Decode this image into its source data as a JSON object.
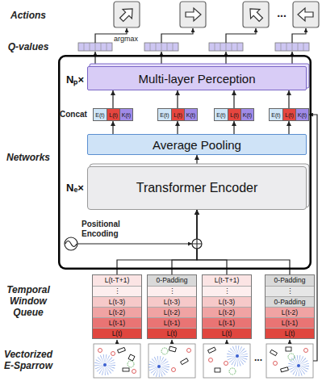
{
  "diagram": {
    "nodes": [
      {
        "text": [
          "Networks"
        ]
      },
      {
        "text": [
          "Nₚ×",
          "Multi-layer Perception"
        ],
        "in": 0
      },
      {
        "text": [
          "E(t)",
          "L(t)",
          "K(t)"
        ],
        "in": 0
      },
      {
        "text": [
          "E(t)",
          "L(t)",
          "K(t)"
        ],
        "in": 0
      },
      {
        "text": [
          "E(t)",
          "L(t)",
          "K(t)"
        ],
        "in": 0
      },
      {
        "text": [
          "E(t)",
          "L(t)",
          "K(t)"
        ],
        "in": 0
      },
      {
        "text": [
          "Average Pooling"
        ],
        "in": 0
      },
      {
        "text": [
          "Nₑ×",
          "Transformer Encoder"
        ],
        "in": 0
      },
      {
        "text": [
          "L(t-T+1)",
          "⋮",
          "L(t-3)",
          "L(t-2)",
          "L(t-1)",
          "L(t)"
        ]
      },
      {
        "text": [
          "0-Padding",
          "⋮",
          "L(t-3)",
          "L(t-2)",
          "L(t-1)",
          "L(t)"
        ]
      },
      {
        "text": [
          "L(t-T+1)",
          "⋮",
          "L(t-3)",
          "L(t-2)",
          "L(t-1)",
          "L(t)"
        ]
      },
      {
        "text": [
          "0-Padding",
          "⋮",
          "0-Padding",
          "L(t-2)",
          "L(t-1)",
          "L(t)"
        ]
      }
    ],
    "edges": [
      {
        "from": 2,
        "to": 1,
        "arrow": "to"
      },
      {
        "from": 3,
        "to": 1,
        "arrow": "to"
      },
      {
        "from": 4,
        "to": 1,
        "arrow": "to"
      },
      {
        "from": 5,
        "to": 1,
        "arrow": "to"
      },
      {
        "from": 6,
        "to": 2,
        "arrow": "to"
      },
      {
        "from": 6,
        "to": 3,
        "arrow": "to"
      },
      {
        "from": 6,
        "to": 4,
        "arrow": "to"
      },
      {
        "from": 6,
        "to": 5,
        "arrow": "to"
      },
      {
        "from": 7,
        "to": 6,
        "arrow": "to"
      },
      {
        "from": 8,
        "to": 7,
        "arrow": "to"
      },
      {
        "from": 9,
        "to": 7,
        "arrow": "to"
      },
      {
        "from": 10,
        "to": 7,
        "arrow": "to"
      },
      {
        "from": 11,
        "to": 7,
        "arrow": "to"
      }
    ],
    "labels": [
      "Actions",
      "...",
      "Q-values",
      "argmax",
      "Concat",
      "Positional Encoding",
      "Temporal Window Queue",
      "Vectorized E-Sparrow",
      "..."
    ]
  }
}
